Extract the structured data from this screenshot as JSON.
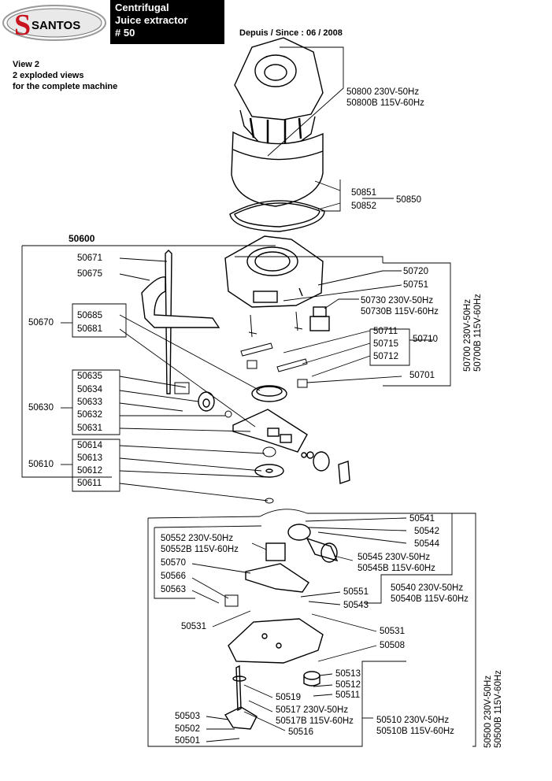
{
  "brand": {
    "name": "SANTOS",
    "logo_letter": "S"
  },
  "header": {
    "line1": "Centrifugal",
    "line2": "Juice extractor",
    "line3": "# 50"
  },
  "since": "Depuis / Since : 06 / 2008",
  "view": {
    "line1": "View 2",
    "line2": "2 exploded views",
    "line3": "for the complete machine"
  },
  "group_50600": "50600",
  "labels": {
    "p50800": "50800 230V-50Hz",
    "p50800b": "50800B 115V-60Hz",
    "p50851": "50851",
    "p50852": "50852",
    "p50850": "50850",
    "p50671": "50671",
    "p50675": "50675",
    "p50670": "50670",
    "p50685": "50685",
    "p50681": "50681",
    "p50720": "50720",
    "p50751": "50751",
    "p50730": "50730 230V-50Hz",
    "p50730b": "50730B 115V-60Hz",
    "p50711": "50711",
    "p50715": "50715",
    "p50710": "50710",
    "p50712": "50712",
    "p50701": "50701",
    "p50700": "50700 230V-50Hz",
    "p50700b": "50700B 115V-60Hz",
    "p50635": "50635",
    "p50634": "50634",
    "p50633": "50633",
    "p50630": "50630",
    "p50632": "50632",
    "p50631": "50631",
    "p50614": "50614",
    "p50613": "50613",
    "p50610": "50610",
    "p50612": "50612",
    "p50611": "50611",
    "p50541": "50541",
    "p50542": "50542",
    "p50544": "50544",
    "p50552": "50552 230V-50Hz",
    "p50552b": "50552B 115V-60Hz",
    "p50545": "50545 230V-50Hz",
    "p50545b": "50545B 115V-60Hz",
    "p50570": "50570",
    "p50566": "50566",
    "p50563": "50563",
    "p50551": "50551",
    "p50540": "50540 230V-50Hz",
    "p50540b": "50540B 115V-60Hz",
    "p50543": "50543",
    "p50531a": "50531",
    "p50531b": "50531",
    "p50508": "50508",
    "p50513": "50513",
    "p50512": "50512",
    "p50511": "50511",
    "p50519": "50519",
    "p50517": "50517 230V-50Hz",
    "p50517b": "50517B 115V-60Hz",
    "p50510": "50510 230V-50Hz",
    "p50510b": "50510B 115V-60Hz",
    "p50516": "50516",
    "p50503": "50503",
    "p50502": "50502",
    "p50501": "50501",
    "p50500": "50500 230V-50Hz",
    "p50500b": "50500B 115V-60Hz"
  }
}
